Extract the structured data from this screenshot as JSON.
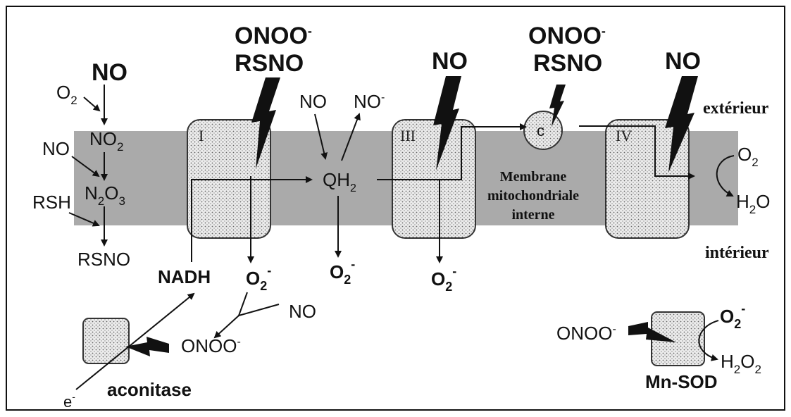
{
  "labels": {
    "no_top_left": "NO",
    "o2_top_left": "O",
    "o2_top_left_sub": "2",
    "no_side": "NO",
    "no2_main": "NO",
    "no2_sub": "2",
    "n2o3_n": "N",
    "n2o3_sub1": "2",
    "n2o3_o": "O",
    "n2o3_sub2": "3",
    "rsh": "RSH",
    "rsno_bottom": "RSNO",
    "onoo_1": "ONOO",
    "onoo_1_sup": "-",
    "rsno_1": "RSNO",
    "complex_i": "I",
    "nadh": "NADH",
    "o2_minus_1": "O",
    "o2_minus_1_sub": "2",
    "o2_minus_1_sup": "-",
    "no_q_in": "NO",
    "no_q_out": "NO",
    "no_q_out_sup": "-",
    "qh2": "QH",
    "qh2_sub": "2",
    "o2_minus_2": "O",
    "o2_minus_2_sub": "2",
    "o2_minus_2_sup": "-",
    "no_mid": "NO",
    "no_lower": "NO",
    "onoo_lower": "ONOO",
    "onoo_lower_sup": "-",
    "complex_iii": "III",
    "o2_minus_3": "O",
    "o2_minus_3_sub": "2",
    "o2_minus_3_sup": "-",
    "onoo_2": "ONOO",
    "onoo_2_sup": "-",
    "rsno_2": "RSNO",
    "cyt_c": "c",
    "membrane_1": "Membrane",
    "membrane_2": "mitochondriale",
    "membrane_3": "interne",
    "no_right": "NO",
    "complex_iv": "IV",
    "exterieur": "extérieur",
    "interieur": "intérieur",
    "o2_right": "O",
    "o2_right_sub": "2",
    "h2o": "H",
    "h2o_sub": "2",
    "h2o_o": "O",
    "aconitase": "aconitase",
    "e_minus": "e",
    "e_minus_sup": "-",
    "onoo_sod": "ONOO",
    "onoo_sod_sup": "-",
    "o2_minus_sod": "O",
    "o2_minus_sod_sub": "2",
    "o2_minus_sod_sup": "-",
    "h2o2_h": "H",
    "h2o2_sub1": "2",
    "h2o2_o": "O",
    "h2o2_sub2": "2",
    "mn_sod": "Mn-SOD"
  },
  "colors": {
    "membrane": "#aaaaaa",
    "complex_fill": "#e6e6e6",
    "ink": "#111111"
  }
}
